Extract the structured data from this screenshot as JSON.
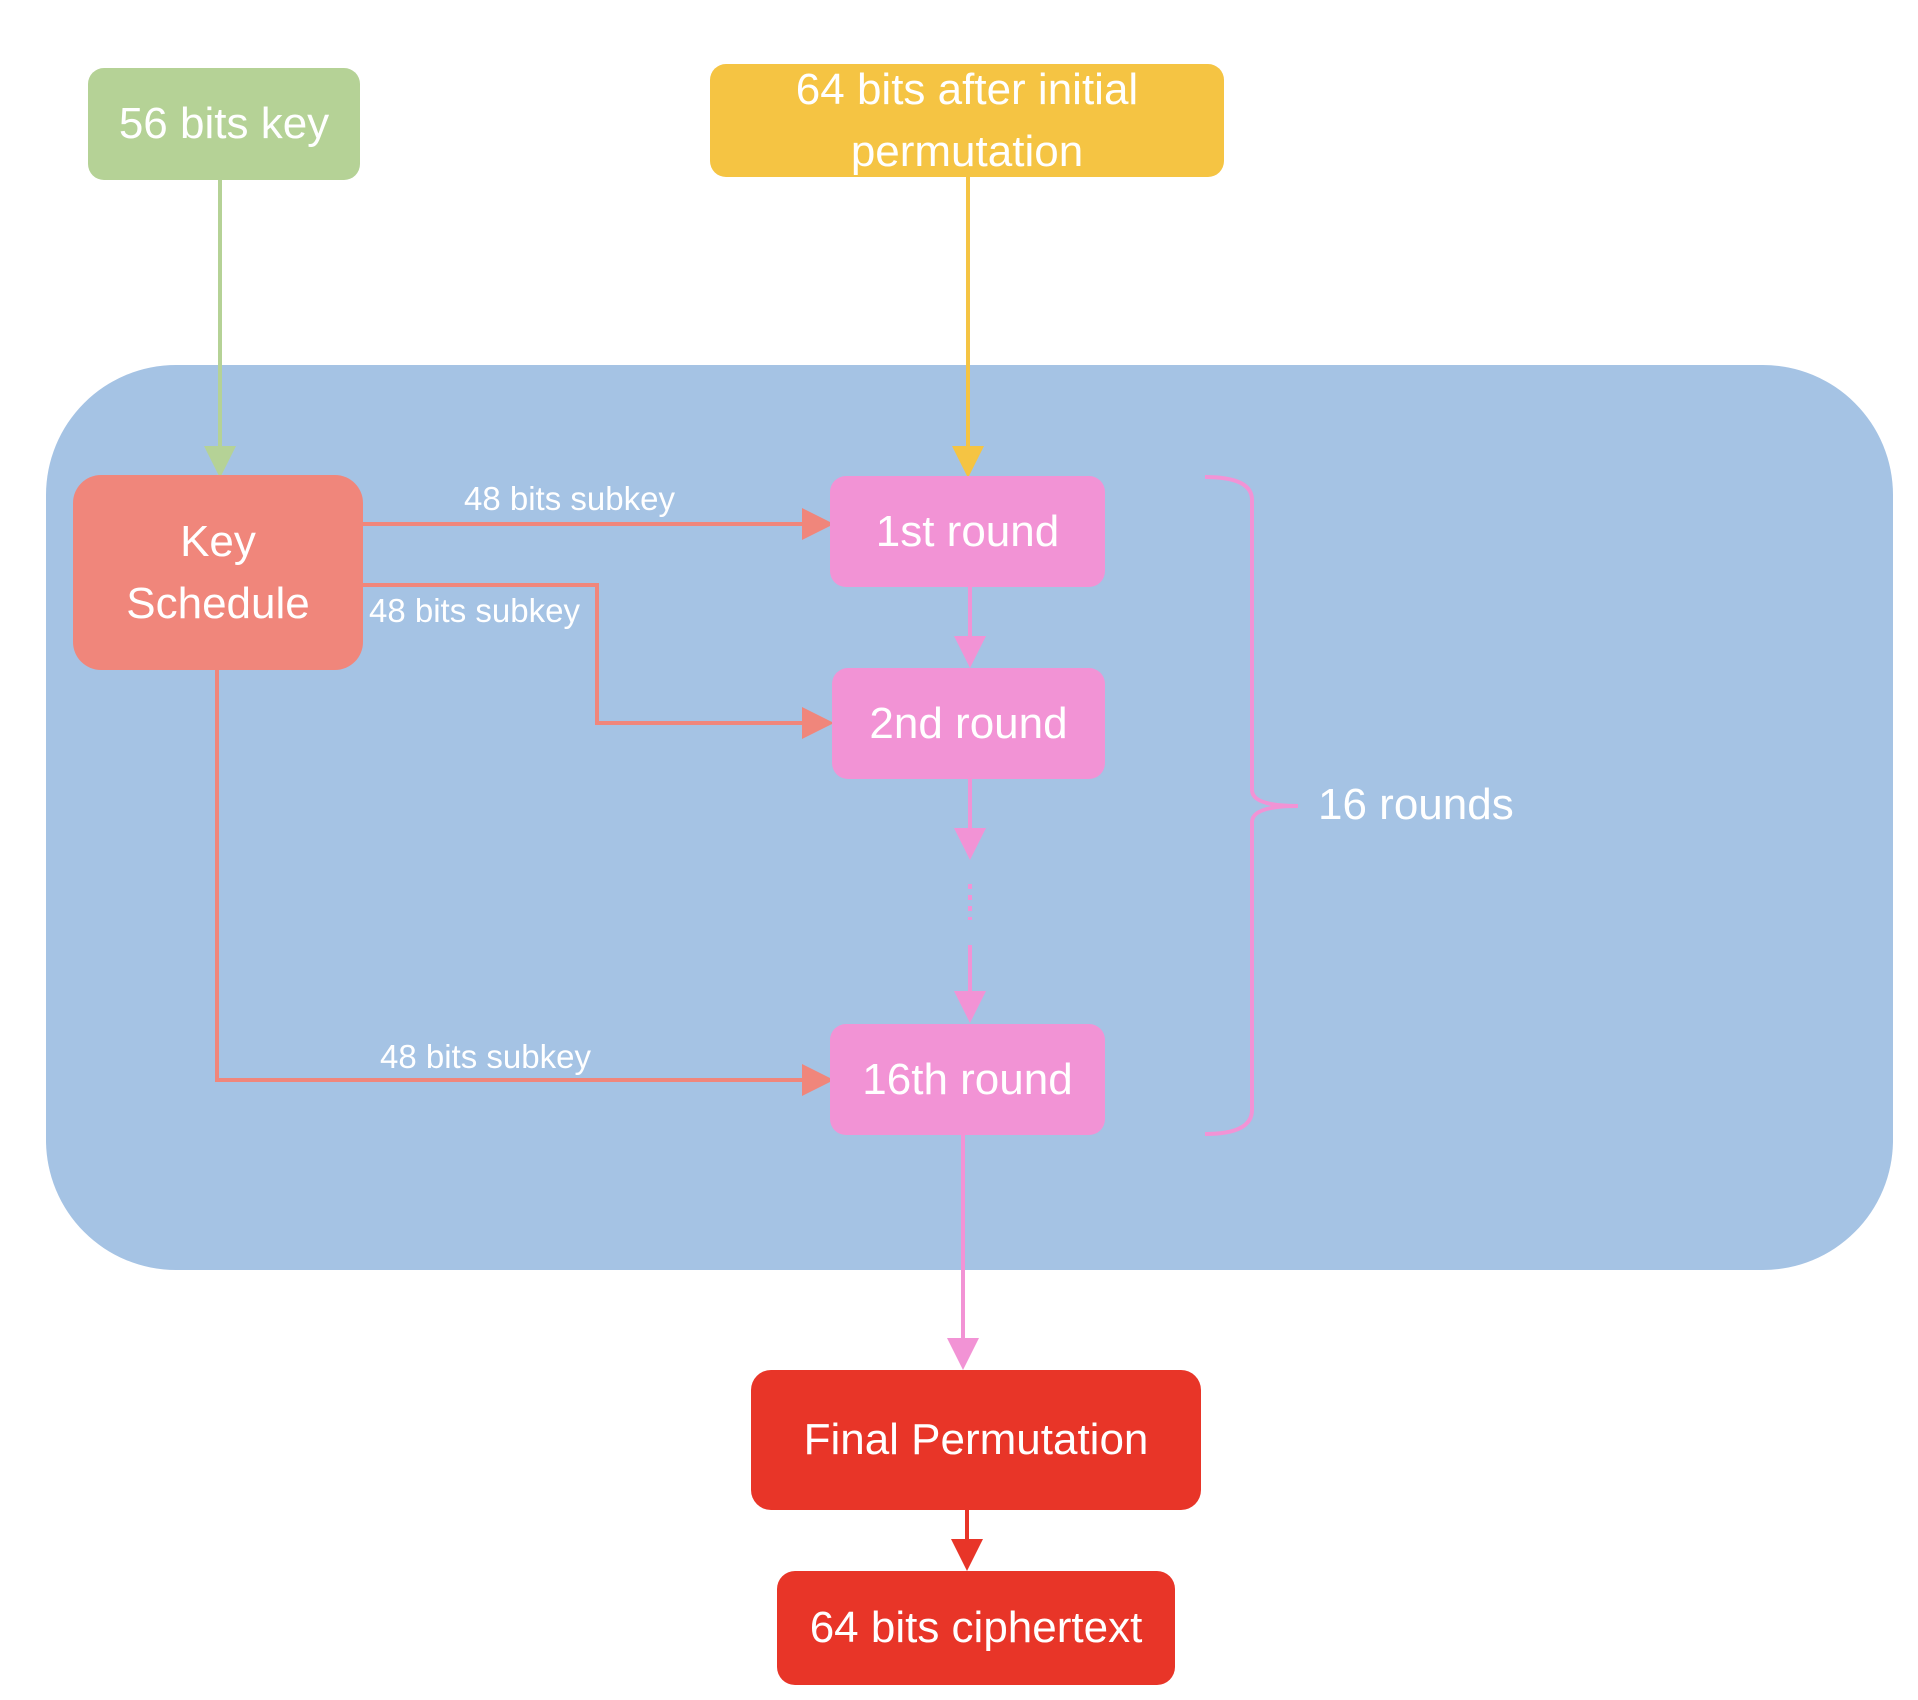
{
  "colors": {
    "region": "#a5c3e4",
    "key_input": "#b5d296",
    "data_input": "#f5c443",
    "key_schedule": "#f0867b",
    "round": "#f293d5",
    "final": "#e83528",
    "key_arrow": "#b5d296",
    "data_arrow": "#f5c443",
    "subkey_arrow": "#f0867b",
    "round_arrow": "#f293d5",
    "final_arrow": "#e83528",
    "brace": "#f293d5",
    "text": "#ffffff"
  },
  "nodes": {
    "key_input": "56 bits key",
    "data_input": "64 bits after initial permutation",
    "key_schedule": "Key Schedule",
    "round_1": "1st round",
    "round_2": "2nd round",
    "round_16": "16th round",
    "final_permutation": "Final Permutation",
    "ciphertext": "64 bits ciphertext"
  },
  "labels": {
    "subkey_1": "48 bits subkey",
    "subkey_2": "48 bits subkey",
    "subkey_16": "48 bits subkey",
    "rounds_brace": "16 rounds"
  }
}
